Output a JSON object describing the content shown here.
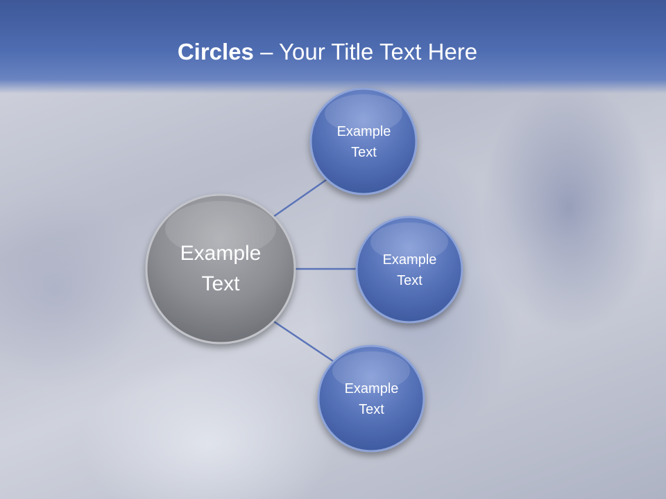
{
  "slide": {
    "title_bold": "Circles",
    "title_rest": " – Your Title Text Here"
  },
  "diagram": {
    "center": {
      "line1": "Example",
      "line2": "Text"
    },
    "nodes": [
      {
        "line1": "Example",
        "line2": "Text"
      },
      {
        "line1": "Example",
        "line2": "Text"
      },
      {
        "line1": "Example",
        "line2": "Text"
      }
    ]
  },
  "colors": {
    "banner": "#4a66ad",
    "node_fill": "#5470b6",
    "node_stroke": "#8ea4d8",
    "center_fill": "#8d8f95",
    "center_stroke": "#c2c4ca",
    "connector": "#5a74b8"
  }
}
